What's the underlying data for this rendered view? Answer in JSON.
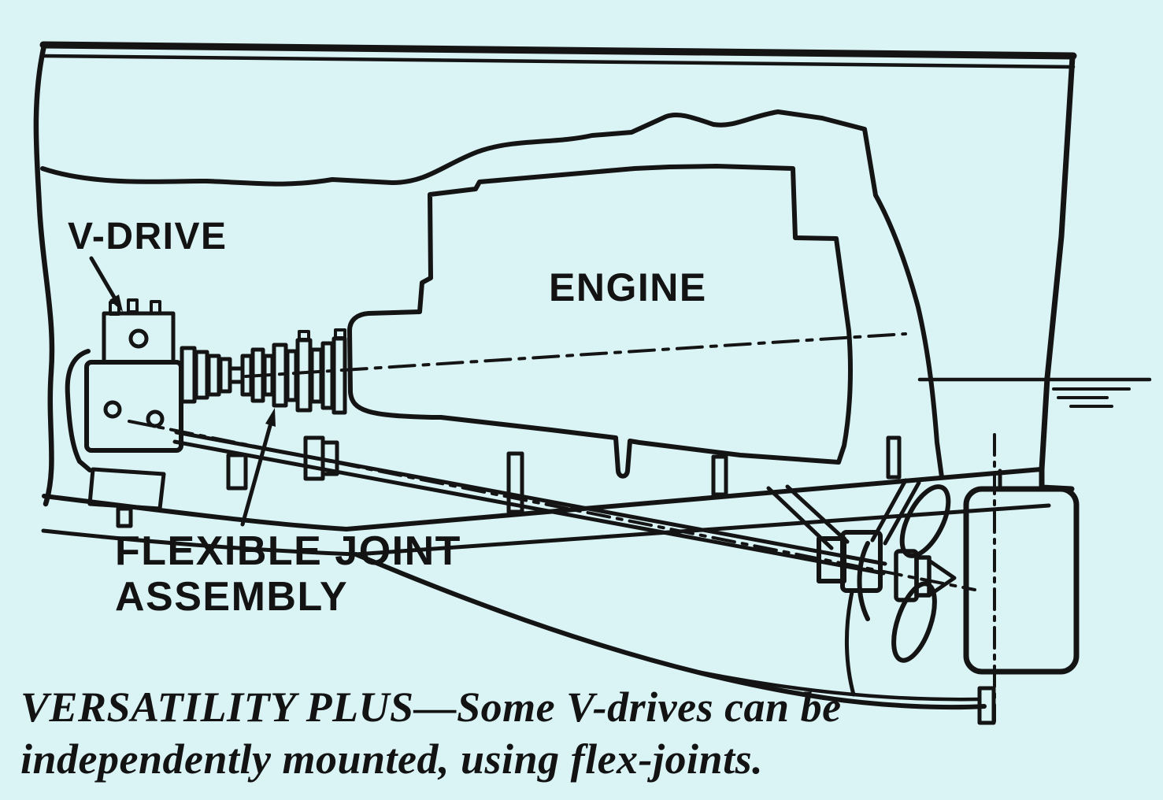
{
  "page": {
    "background_color": "#daf3f5",
    "ink_color": "#141414"
  },
  "diagram": {
    "labels": {
      "v_drive": "V-DRIVE",
      "engine": "ENGINE",
      "flexible_joint_line1": "FLEXIBLE JOINT",
      "flexible_joint_line2": "ASSEMBLY"
    }
  },
  "caption": {
    "line1": "VERSATILITY PLUS—Some V-drives can be",
    "line2": "independently mounted, using flex-joints."
  }
}
